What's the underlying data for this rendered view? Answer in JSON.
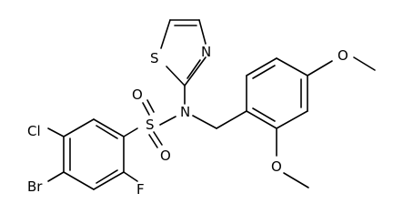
{
  "molecule": {
    "atoms": {
      "cl": "Cl",
      "br": "Br",
      "f": "F",
      "s_sulfonyl": "S",
      "o_top": "O",
      "o_bottom": "O",
      "n_amide": "N",
      "s_thiazole": "S",
      "n_thiazole": "N",
      "o_methoxy_para": "O",
      "o_methoxy_ortho": "O"
    }
  }
}
